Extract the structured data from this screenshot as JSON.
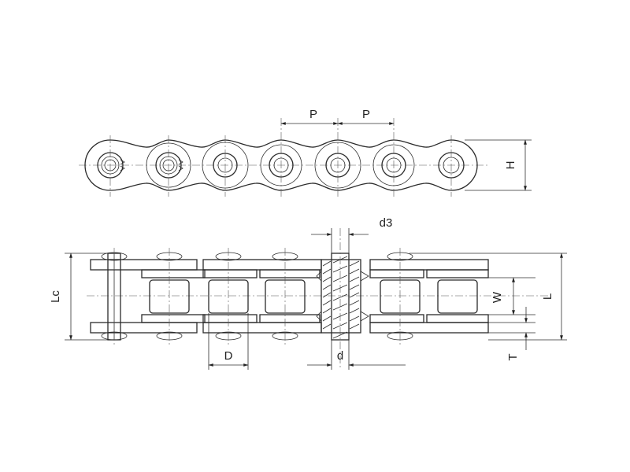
{
  "diagram": {
    "labels": {
      "pitch_left": "P",
      "pitch_right": "P",
      "height": "H",
      "pin_diameter_label": "d3",
      "inner_length": "Lc",
      "width": "W",
      "length": "L",
      "roller_diameter": "D",
      "bushing_diameter": "d",
      "thickness": "T"
    }
  },
  "colors": {
    "line": "#2b2b2b",
    "background": "#ffffff"
  }
}
